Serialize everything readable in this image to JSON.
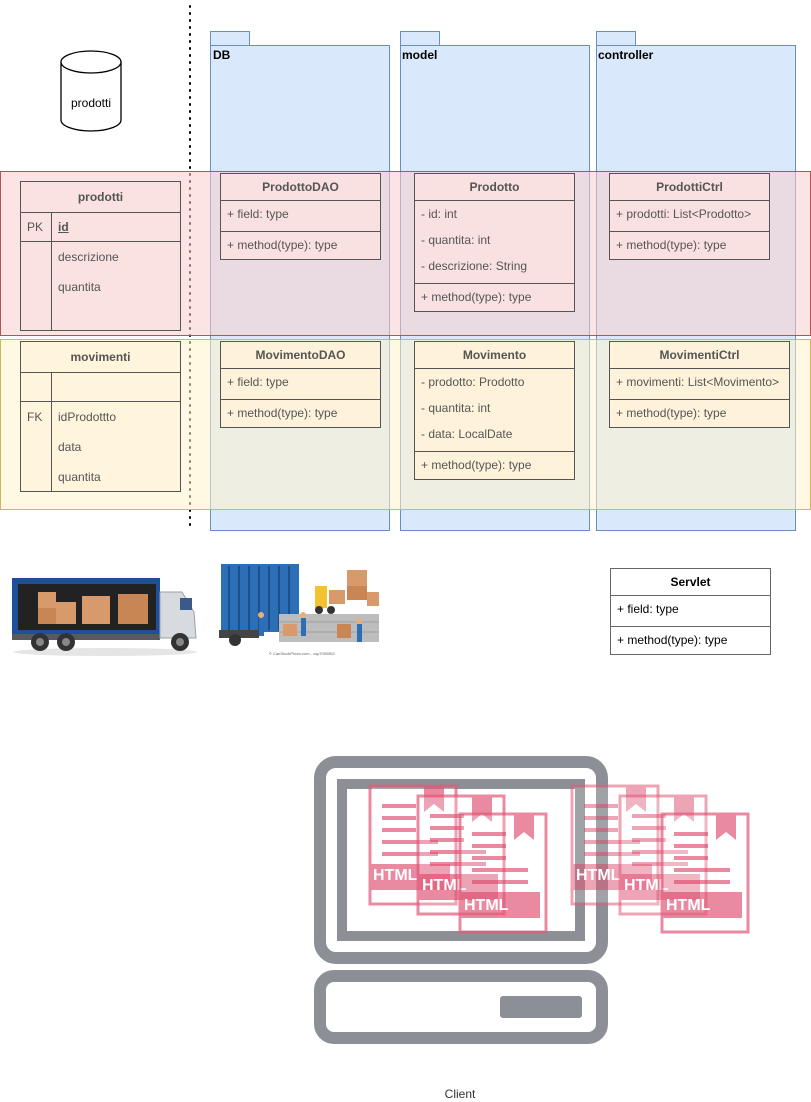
{
  "database": {
    "label": "prodotti"
  },
  "packages": [
    {
      "id": "db",
      "title": "DB"
    },
    {
      "id": "model",
      "title": "model"
    },
    {
      "id": "controller",
      "title": "controller"
    }
  ],
  "er_tables": {
    "prodotti": {
      "title": "prodotti",
      "key": "PK",
      "key_field": "id",
      "fields": [
        "descrizione",
        "quantita"
      ]
    },
    "movimenti": {
      "title": "movimenti",
      "key": "FK",
      "fields": [
        "idProdottto",
        "data",
        "quantita"
      ]
    }
  },
  "classes": {
    "prodottoDAO": {
      "name": "ProdottoDAO",
      "attrs": [
        "+ field: type"
      ],
      "methods": [
        "+ method(type): type"
      ]
    },
    "prodotto": {
      "name": "Prodotto",
      "attrs": [
        "- id: int",
        "- quantita: int",
        "- descrizione: String"
      ],
      "methods": [
        "+ method(type): type"
      ]
    },
    "prodottiCtrl": {
      "name": "ProdottiCtrl",
      "attrs": [
        "+ prodotti: List<Prodotto>"
      ],
      "methods": [
        "+ method(type): type"
      ]
    },
    "movimentoDAO": {
      "name": "MovimentoDAO",
      "attrs": [
        "+ field: type"
      ],
      "methods": [
        "+ method(type): type"
      ]
    },
    "movimento": {
      "name": "Movimento",
      "attrs": [
        "- prodotto: Prodotto",
        "- quantita: int",
        "- data: LocalDate"
      ],
      "methods": [
        "+ method(type): type"
      ]
    },
    "movimentiCtrl": {
      "name": "MovimentiCtrl",
      "attrs": [
        "+ movimenti: List<Movimento>"
      ],
      "methods": [
        "+ method(type): type"
      ]
    },
    "servlet": {
      "name": "Servlet",
      "attrs": [
        "+ field: type"
      ],
      "methods": [
        "+ method(type): type"
      ]
    }
  },
  "client": {
    "label": "Client",
    "html_doc_label": "HTML"
  },
  "colors": {
    "package_fill": "#dae8fc",
    "package_stroke": "#6c8ebf",
    "red_band": "#f8cecc",
    "yellow_band": "#fff2cc",
    "computer": "#8c9096",
    "html_doc": "#e05a7a"
  }
}
